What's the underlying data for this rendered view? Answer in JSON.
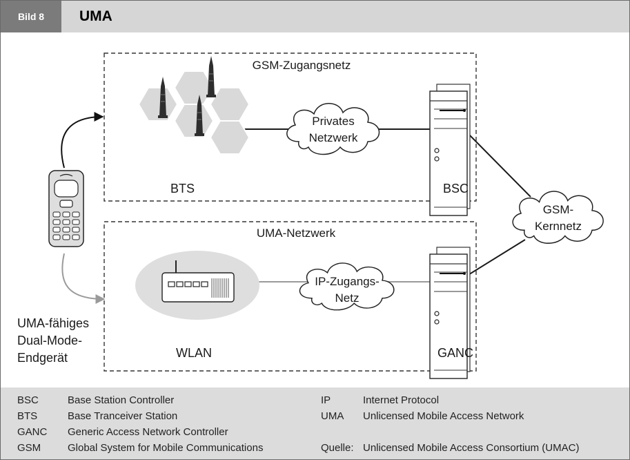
{
  "header": {
    "bild": "Bild 8",
    "title": "UMA"
  },
  "diagram": {
    "gsm_zone_label": "GSM-Zugangsnetz",
    "uma_zone_label": "UMA-Netzwerk",
    "bts_label": "BTS",
    "bsc_label": "BSC",
    "wlan_label": "WLAN",
    "ganc_label": "GANC",
    "cloud_private": [
      "Privates",
      "Netzwerk"
    ],
    "cloud_ip": [
      "IP-Zugangs-",
      "Netz"
    ],
    "cloud_core": [
      "GSM-",
      "Kernnetz"
    ],
    "handset_label": [
      "UMA-fähiges",
      "Dual-Mode-",
      "Endgerät"
    ]
  },
  "legend": {
    "left": [
      {
        "abbr": "BSC",
        "text": "Base Station Controller"
      },
      {
        "abbr": "BTS",
        "text": "Base Tranceiver Station"
      },
      {
        "abbr": "GANC",
        "text": "Generic Access Network Controller"
      },
      {
        "abbr": "GSM",
        "text": "Global System for Mobile Communications"
      }
    ],
    "right": [
      {
        "abbr": "IP",
        "text": "Internet Protocol"
      },
      {
        "abbr": "UMA",
        "text": "Unlicensed Mobile Access Network"
      }
    ],
    "source_label": "Quelle:",
    "source_text": "Unlicensed Mobile Access Consortium (UMAC)"
  }
}
